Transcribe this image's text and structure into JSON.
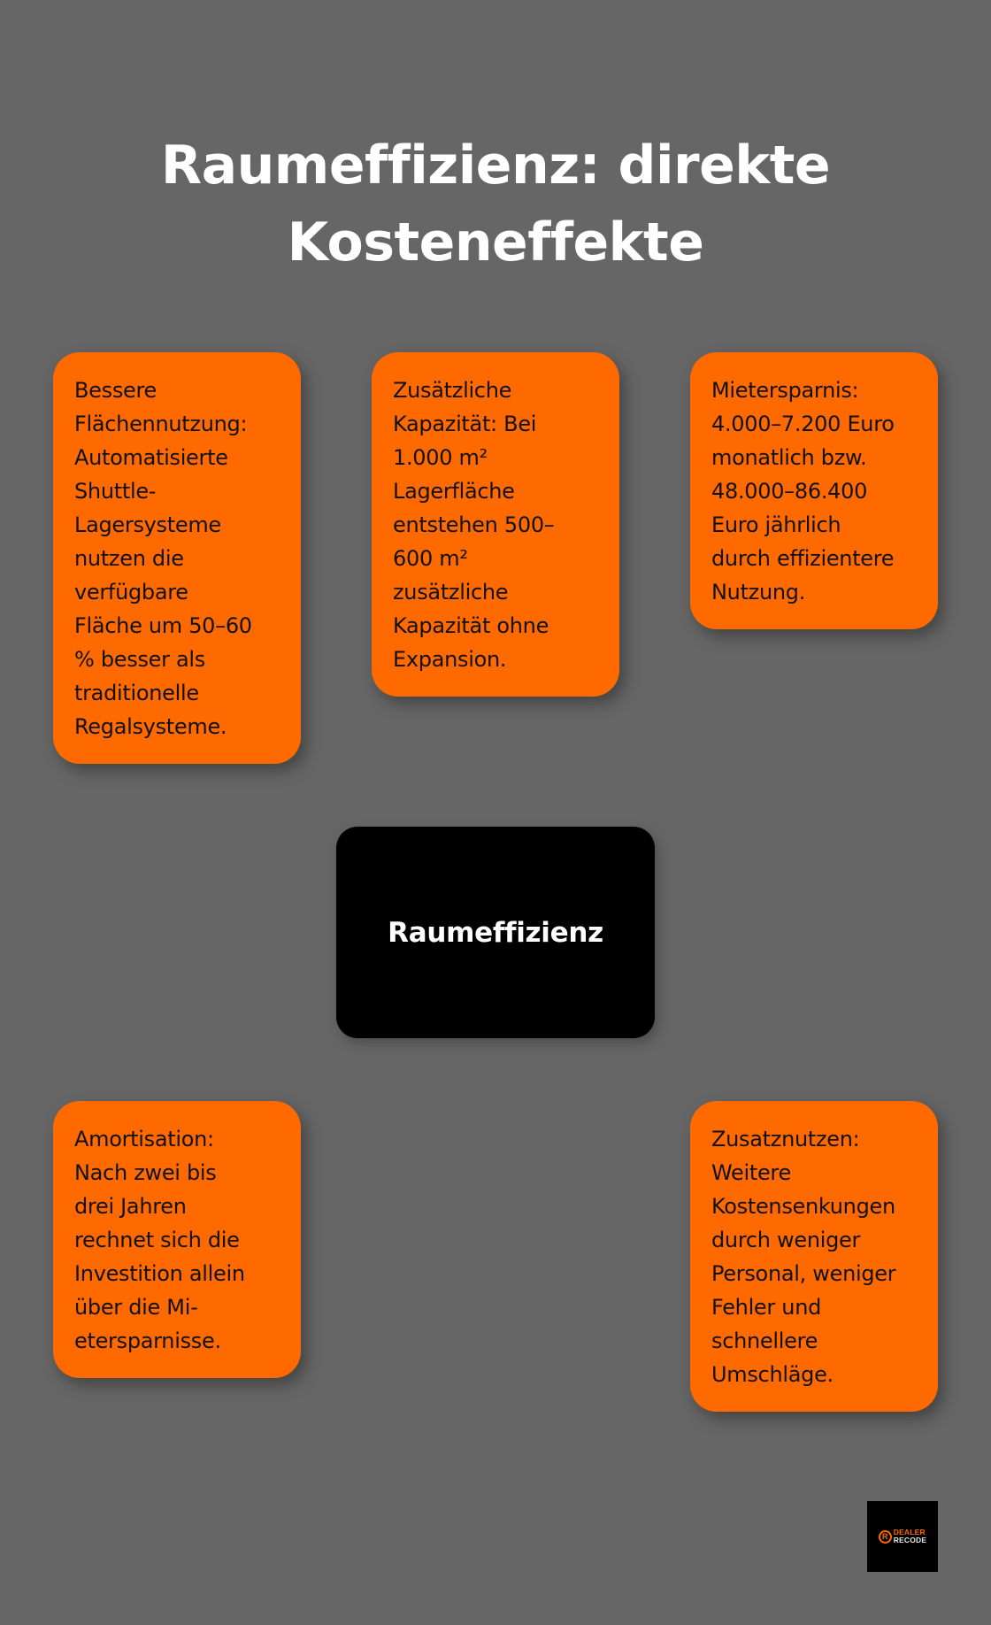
{
  "title": {
    "lines": [
      "Raumeffizienz: direkte",
      "Kosteneffekte"
    ]
  },
  "center": {
    "label": "Raumeffizienz"
  },
  "cards": [
    {
      "id": "flaechennutzung",
      "lines": [
        "Bessere",
        "Flächennutzung:",
        "Automatisierte",
        "Shuttle-",
        "Lagersysteme",
        "nutzen die",
        "verfügbare",
        "Fläche um 50–60",
        "% besser als",
        "traditionelle",
        "Regalsysteme."
      ]
    },
    {
      "id": "kapazitaet",
      "lines": [
        "Zusätzliche",
        "Kapazität: Bei",
        "1.000 m²",
        "Lagerfläche",
        "entstehen 500–",
        "600 m²",
        "zusätzliche",
        "Kapazität ohne",
        "Expansion."
      ]
    },
    {
      "id": "mietersparnis",
      "lines": [
        "Mietersparnis:",
        "4.000–7.200 Euro",
        "monatlich bzw.",
        "48.000–86.400",
        "Euro jährlich",
        "durch effizientere",
        "Nutzung."
      ]
    },
    {
      "id": "amortisation",
      "lines": [
        "Amortisation:",
        "Nach zwei bis",
        "drei Jahren",
        "rechnet sich die",
        "Investition allein",
        "über die Mi-",
        "etersparnisse."
      ]
    },
    {
      "id": "zusatznutzen",
      "lines": [
        "Zusatznutzen:",
        "Weitere",
        "Kostensenkungen",
        "durch weniger",
        "Personal, weniger",
        "Fehler und",
        "schnellere",
        "Umschläge."
      ]
    }
  ],
  "logo": {
    "icon": "circle-r-icon",
    "icon_letter": "R",
    "line1": "DEALER",
    "line2": "RECODE"
  },
  "colors": {
    "background": "#666666",
    "card": "#FF6A00",
    "center": "#000000",
    "title_text": "#FFFFFF",
    "card_text": "#111111"
  }
}
